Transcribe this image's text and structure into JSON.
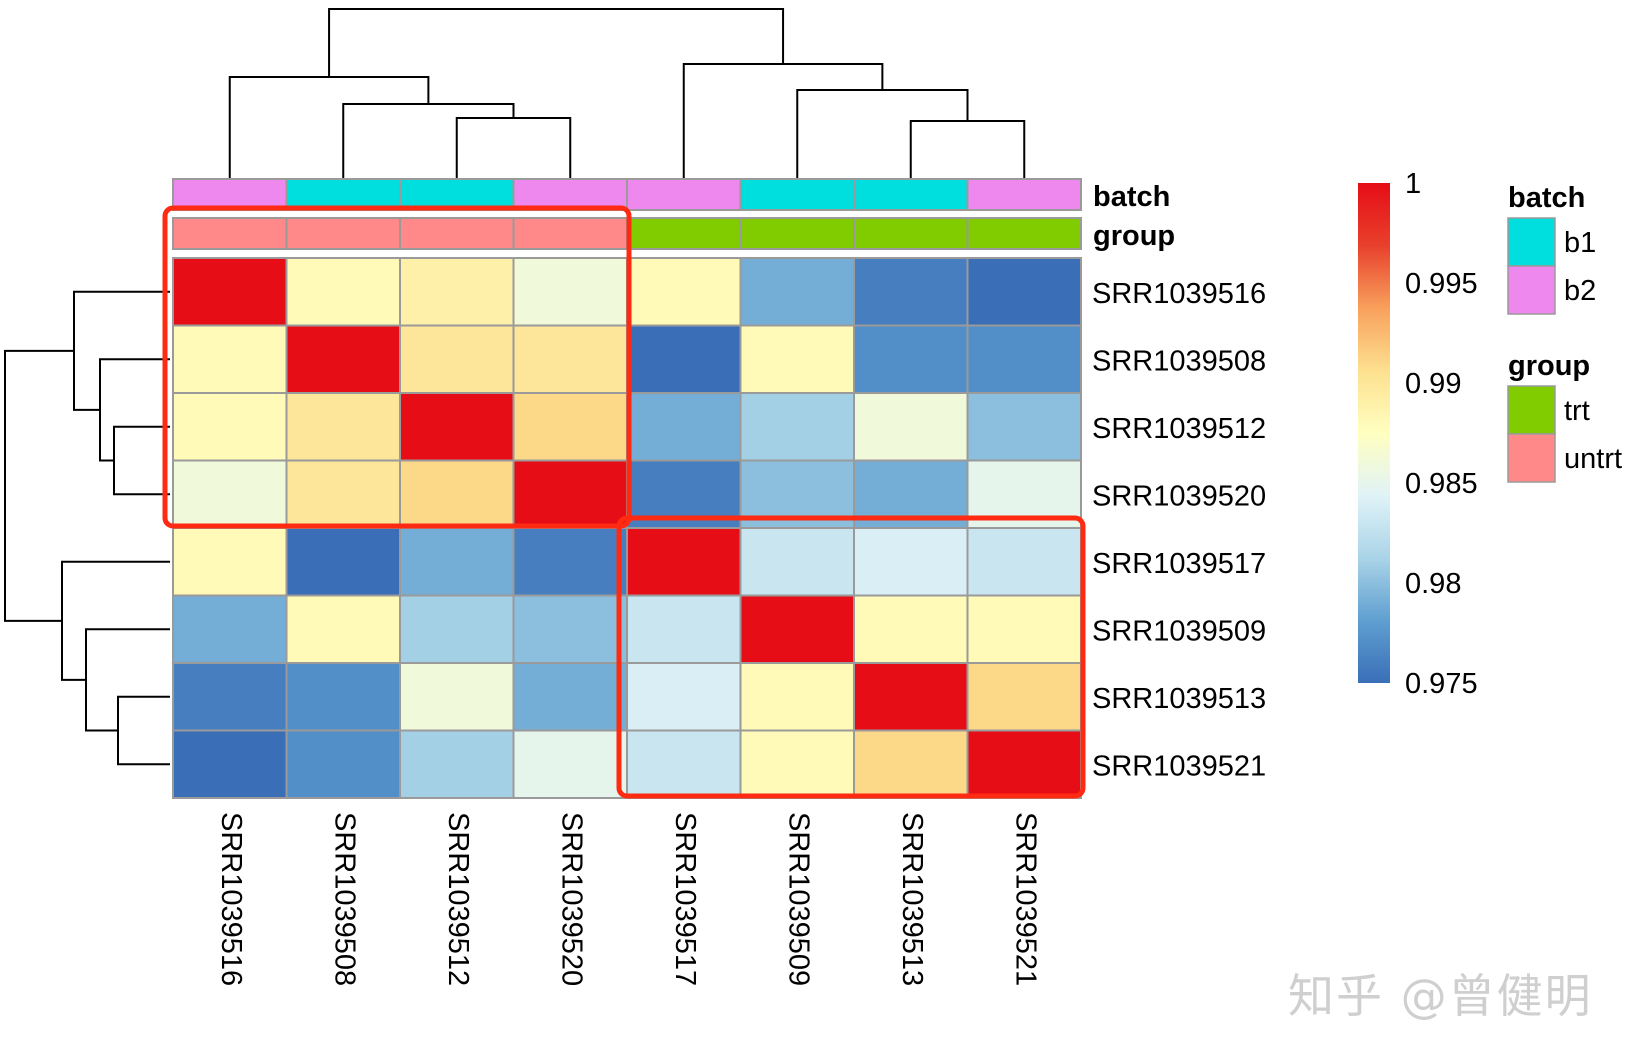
{
  "chart_data": {
    "type": "heatmap",
    "samples": [
      "SRR1039516",
      "SRR1039508",
      "SRR1039512",
      "SRR1039520",
      "SRR1039517",
      "SRR1039509",
      "SRR1039513",
      "SRR1039521"
    ],
    "rows": [
      "SRR1039516",
      "SRR1039508",
      "SRR1039512",
      "SRR1039520",
      "SRR1039517",
      "SRR1039509",
      "SRR1039513",
      "SRR1039521"
    ],
    "columns": [
      "SRR1039516",
      "SRR1039508",
      "SRR1039512",
      "SRR1039520",
      "SRR1039517",
      "SRR1039509",
      "SRR1039513",
      "SRR1039521"
    ],
    "values": [
      [
        1.0,
        0.988,
        0.989,
        0.986,
        0.988,
        0.979,
        0.976,
        0.975
      ],
      [
        0.988,
        1.0,
        0.99,
        0.99,
        0.975,
        0.988,
        0.977,
        0.977
      ],
      [
        0.988,
        0.99,
        1.0,
        0.991,
        0.979,
        0.981,
        0.986,
        0.98
      ],
      [
        0.986,
        0.99,
        0.991,
        1.0,
        0.976,
        0.98,
        0.979,
        0.985
      ],
      [
        0.988,
        0.975,
        0.979,
        0.976,
        1.0,
        0.983,
        0.984,
        0.983
      ],
      [
        0.979,
        0.988,
        0.981,
        0.98,
        0.983,
        1.0,
        0.988,
        0.988
      ],
      [
        0.976,
        0.977,
        0.986,
        0.979,
        0.984,
        0.988,
        1.0,
        0.991
      ],
      [
        0.975,
        0.977,
        0.981,
        0.985,
        0.983,
        0.988,
        0.991,
        1.0
      ]
    ],
    "annotations": {
      "batch": [
        "b2",
        "b1",
        "b1",
        "b2",
        "b2",
        "b1",
        "b1",
        "b2"
      ],
      "group": [
        "untrt",
        "untrt",
        "untrt",
        "untrt",
        "trt",
        "trt",
        "trt",
        "trt"
      ]
    },
    "annotation_labels": [
      "batch",
      "group"
    ],
    "colorbar": {
      "min": 0.975,
      "max": 1,
      "ticks": [
        1,
        0.995,
        0.99,
        0.985,
        0.98,
        0.975
      ],
      "tick_labels": [
        "1",
        "0.995",
        "0.99",
        "0.985",
        "0.98",
        "0.975"
      ],
      "colors": [
        "#3a6fb8",
        "#5f9fd0",
        "#aad4e8",
        "#e0f3f7",
        "#ffffc0",
        "#fde08f",
        "#f8a05c",
        "#e8402c",
        "#e60d16"
      ]
    },
    "legend": {
      "batch": {
        "title": "batch",
        "items": [
          {
            "label": "b1",
            "color": "#00dede"
          },
          {
            "label": "b2",
            "color": "#ee88ee"
          }
        ]
      },
      "group": {
        "title": "group",
        "items": [
          {
            "label": "trt",
            "color": "#80cc00"
          },
          {
            "label": "untrt",
            "color": "#ff8888"
          }
        ]
      }
    },
    "highlight_boxes": [
      {
        "rows": [
          0,
          3
        ],
        "columns": [
          0,
          3
        ],
        "color": "#ff2a12"
      },
      {
        "rows": [
          4,
          7
        ],
        "columns": [
          4,
          7
        ],
        "color": "#ff2a12"
      }
    ]
  },
  "watermark": "知乎 @曾健明"
}
